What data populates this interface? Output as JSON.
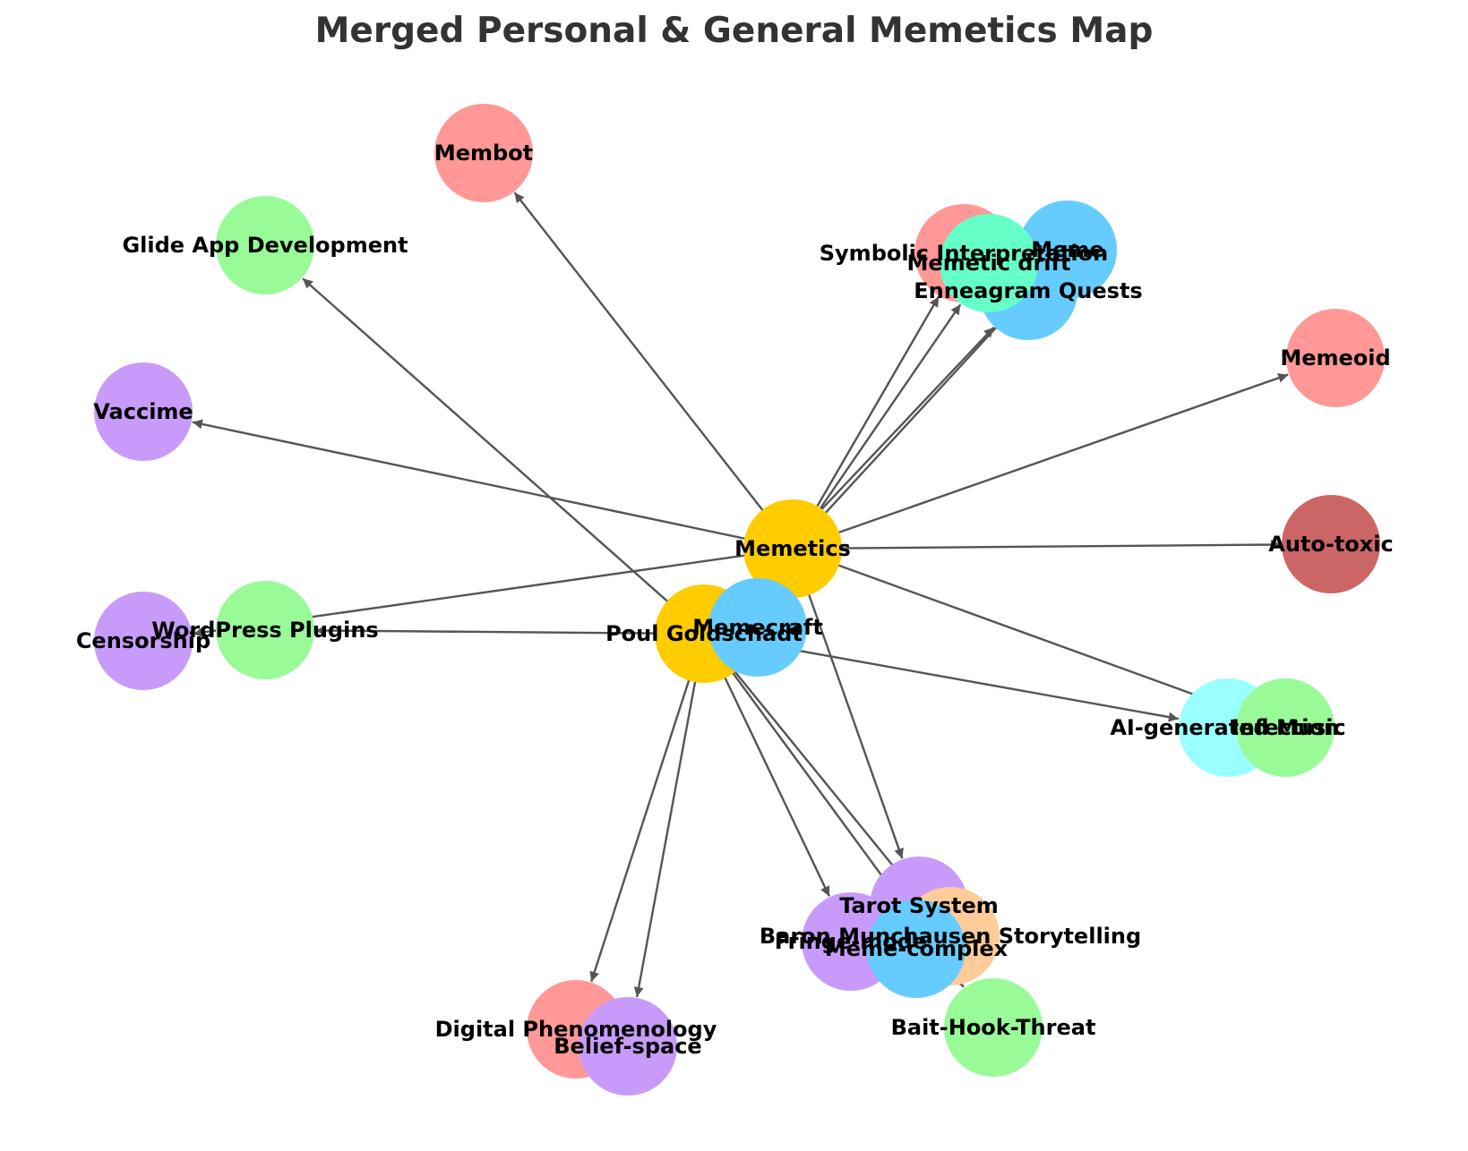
{
  "title": "Merged Personal & General Memetics Map",
  "nodes": [
    {
      "id": "membot",
      "label": "Membot",
      "color": "#ff9896"
    },
    {
      "id": "glide",
      "label": "Glide App Development",
      "color": "#98fb98"
    },
    {
      "id": "vaccime",
      "label": "Vaccime",
      "color": "#c89bfa"
    },
    {
      "id": "censorship",
      "label": "Censorship",
      "color": "#c89bfa"
    },
    {
      "id": "wordpress",
      "label": "WordPress Plugins",
      "color": "#98fb98"
    },
    {
      "id": "symbolic",
      "label": "Symbolic Interpretation",
      "color": "#ff9896"
    },
    {
      "id": "meme",
      "label": "Meme",
      "color": "#66ccff"
    },
    {
      "id": "enneagram",
      "label": "Enneagram Quests",
      "color": "#66ccff"
    },
    {
      "id": "drift",
      "label": "Memetic drift",
      "color": "#66ffc8"
    },
    {
      "id": "memeoid",
      "label": "Memeoid",
      "color": "#ff9896"
    },
    {
      "id": "memetics",
      "label": "Memetics",
      "color": "#ffcc00"
    },
    {
      "id": "autotoxic",
      "label": "Auto-toxic",
      "color": "#cc6666"
    },
    {
      "id": "poul",
      "label": "Poul Goldschadt",
      "color": "#ffcc00"
    },
    {
      "id": "memecraft",
      "label": "Memecraft",
      "color": "#66ccff"
    },
    {
      "id": "aimusic",
      "label": "AI-generated Music",
      "color": "#99ffff"
    },
    {
      "id": "infection",
      "label": "Infection",
      "color": "#98fb98"
    },
    {
      "id": "digital",
      "label": "Digital Phenomenology",
      "color": "#ff9896"
    },
    {
      "id": "beliefspace",
      "label": "Belief-space",
      "color": "#c89bfa"
    },
    {
      "id": "tarot",
      "label": "Tarot System",
      "color": "#c89bfa"
    },
    {
      "id": "baron",
      "label": "Baron Munchausen Storytelling",
      "color": "#ffcc99"
    },
    {
      "id": "fringe",
      "label": "Fringe-mode",
      "color": "#c89bfa"
    },
    {
      "id": "complex",
      "label": "Meme-complex",
      "color": "#66ccff"
    },
    {
      "id": "bait",
      "label": "Bait-Hook-Threat",
      "color": "#98fb98"
    }
  ],
  "edges": [
    {
      "from": "memetics",
      "to": "membot"
    },
    {
      "from": "memetics",
      "to": "vaccime"
    },
    {
      "from": "memetics",
      "to": "symbolic"
    },
    {
      "from": "memetics",
      "to": "drift"
    },
    {
      "from": "memetics",
      "to": "meme"
    },
    {
      "from": "memetics",
      "to": "memeoid"
    },
    {
      "from": "memetics",
      "to": "autotoxic"
    },
    {
      "from": "memetics",
      "to": "censorship"
    },
    {
      "from": "memetics",
      "to": "infection"
    },
    {
      "from": "memetics",
      "to": "tarot"
    },
    {
      "from": "poul",
      "to": "glide"
    },
    {
      "from": "poul",
      "to": "wordpress"
    },
    {
      "from": "poul",
      "to": "enneagram"
    },
    {
      "from": "poul",
      "to": "aimusic"
    },
    {
      "from": "poul",
      "to": "digital"
    },
    {
      "from": "poul",
      "to": "beliefspace"
    },
    {
      "from": "poul",
      "to": "fringe"
    },
    {
      "from": "poul",
      "to": "baron"
    },
    {
      "from": "poul",
      "to": "bait"
    }
  ]
}
